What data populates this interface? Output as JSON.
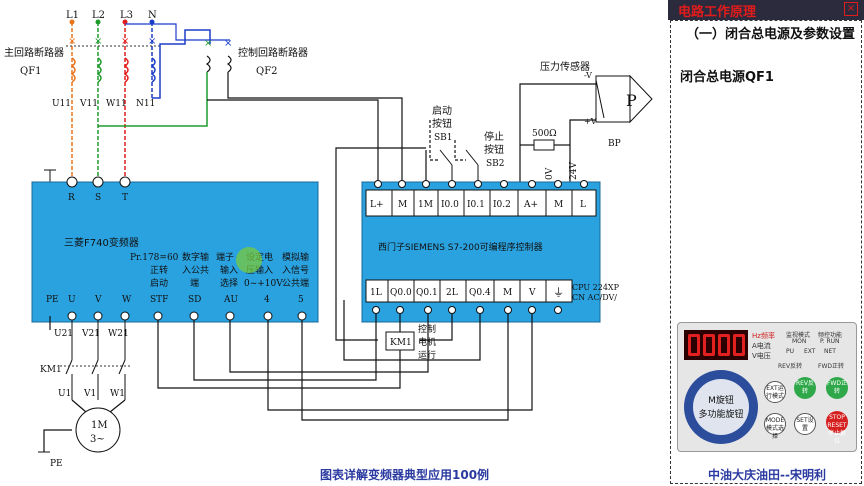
{
  "diagram": {
    "phases": [
      "L1",
      "L2",
      "L3",
      "N"
    ],
    "main_breaker_label": "主回路断路器",
    "main_breaker_id": "QF1",
    "ctrl_breaker_label": "控制回路断路器",
    "ctrl_breaker_id": "QF2",
    "supply_terms": [
      "U11",
      "V11",
      "W11",
      "N11"
    ],
    "pressure_sensor_label": "压力传感器",
    "sensor_id": "BP",
    "sensor_symbol": "P",
    "sensor_minus": "-V",
    "sensor_plus": "+V",
    "start_btn": [
      "启动",
      "按钮",
      "SB1"
    ],
    "stop_btn": [
      "停止",
      "按钮",
      "SB2"
    ],
    "resistor": "500Ω",
    "v0": "0V",
    "v24": "24V",
    "pe": "PE",
    "vfd": {
      "name": "三菱F740变频器",
      "top_terms": [
        "R",
        "S",
        "T"
      ],
      "desc_pr": [
        "Pr.178=60",
        "正转",
        "启动"
      ],
      "desc_sd": [
        "数字输",
        "入公共",
        "端"
      ],
      "desc_au": [
        "端子",
        "输入",
        "选择"
      ],
      "desc_4": [
        "模拟输",
        "入信号",
        "公共端"
      ],
      "voltage_set": [
        "设定电",
        "压输入",
        "0~+10V"
      ],
      "bottom_terms": [
        "PE",
        "U",
        "V",
        "W",
        "STF",
        "SD",
        "AU",
        "4",
        "5"
      ]
    },
    "plc": {
      "name": "西门子SIEMENS S7-200可编程序控制器",
      "cpu": [
        "CPU 224XP",
        "CN AC/DV/"
      ],
      "top_terms": [
        "L+",
        "M",
        "1M",
        "I0.0",
        "I0.1",
        "I0.2",
        "A+",
        "M",
        "L"
      ],
      "bottom_terms": [
        "1L",
        "Q0.0",
        "Q0.1",
        "2L",
        "Q0.4",
        "M",
        "V",
        "⏚"
      ]
    },
    "km1_box": "KM1",
    "km1_desc": [
      "控制",
      "电机",
      "运行"
    ],
    "motor_terms": [
      "U21",
      "V21",
      "W21"
    ],
    "contactor": "KM1",
    "motor_out": [
      "U1",
      "V1",
      "W1"
    ],
    "motor": [
      "1M",
      "3~"
    ]
  },
  "sidebar": {
    "title": "电路工作原理",
    "close": "×",
    "line1": "（一）闭合总电源及参数设置",
    "line2": "闭合总电源QF1"
  },
  "panel": {
    "display": "0.00",
    "hz": "Hz频率",
    "a_label": "A电流",
    "v_label": "V电压",
    "mode1": "监视模式",
    "mode2": "频控功能",
    "mon": "MON",
    "prun": "P. RUN",
    "pu": "PU",
    "ext": "EXT",
    "net": "NET",
    "rev_label": "REV反转",
    "fwd_label": "FWD正转",
    "knob1": "M旋钮",
    "knob2": "多功能旋钮",
    "b_ext": "EXT运行模式",
    "b_rev": "REV反转",
    "b_fwd": "FWD正转",
    "b_mode": "MODE模式选择",
    "b_set": "SET设置",
    "b_stop": "STOP RESET停止复位"
  },
  "footer": {
    "left": "图表详解变频器典型应用100例",
    "right": "中油大庆油田--宋明利"
  },
  "colors": {
    "L1": "#e8741c",
    "L2": "#1f9b2e",
    "L3": "#e21b1b",
    "N": "#1b3ec9",
    "ctrl": "#1b3ec9",
    "green_loop": "#1f9b2e",
    "module": "#2aa2e0"
  }
}
